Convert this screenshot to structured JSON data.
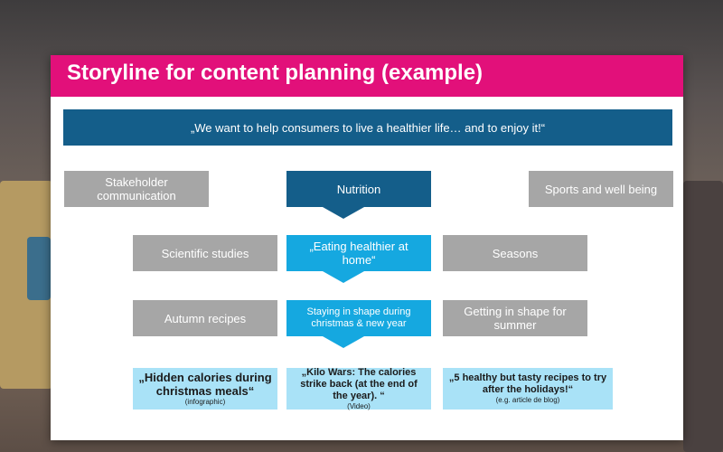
{
  "slide": {
    "title": "Storyline for content planning (example)",
    "mission": "„We want to help consumers to live a healthier life… and to enjoy it!“"
  },
  "colors": {
    "title_bar": "#e2107a",
    "navy": "#145e8a",
    "cyan": "#15a8e0",
    "light_blue": "#a9e2f7",
    "grey": "#a6a6a6"
  },
  "level1": {
    "left": "Stakeholder communication",
    "center": "Nutrition",
    "right": "Sports and well being"
  },
  "level2": {
    "left": "Scientific studies",
    "center": "„Eating healthier at home“",
    "right": "Seasons"
  },
  "level3": {
    "left": "Autumn recipes",
    "center": "Staying in shape during christmas & new year",
    "right": "Getting in shape for summer"
  },
  "level4": {
    "left": {
      "text": "„Hidden calories during christmas meals“",
      "note": "(infographic)"
    },
    "center": {
      "text": "„Kilo Wars: The calories strike back (at the end of the year). “",
      "note": "(Video)"
    },
    "right": {
      "text": "„5 healthy but tasty recipes to try after the holidays!“",
      "note": "(e.g. article de blog)"
    }
  }
}
